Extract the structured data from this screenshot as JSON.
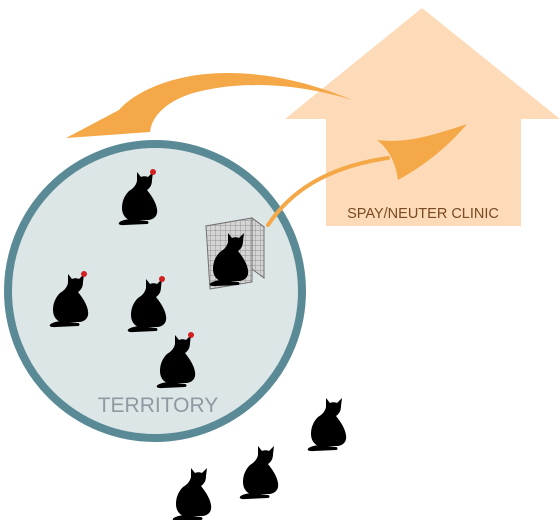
{
  "clinic": {
    "label": "SPAY/NEUTER CLINIC",
    "shape": "house",
    "fill_color": "#fddab8",
    "text_color": "#7a4a22"
  },
  "territory": {
    "label": "TERRITORY",
    "fill_color": "#dde6e6",
    "border_color": "#5a8a96",
    "text_color": "#8e9aa2"
  },
  "arrows": {
    "color": "#f5a847",
    "items": [
      {
        "from": "trap-cage",
        "to": "clinic"
      },
      {
        "from": "clinic",
        "to": "territory"
      }
    ]
  },
  "cats": {
    "color": "#000000",
    "ear_tip_color": "#d21f1f",
    "counts": {
      "ear_tipped_in_territory": 4,
      "trapped": 1,
      "outside_territory": 3
    }
  },
  "cage": {
    "icon": "trap-cage-icon"
  }
}
